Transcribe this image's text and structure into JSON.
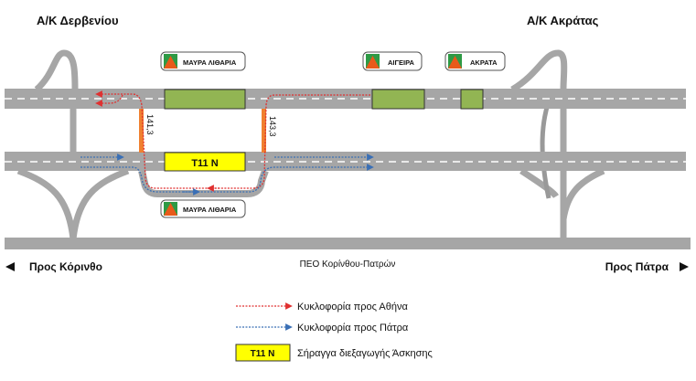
{
  "title_left": "Α/Κ Δερβενίου",
  "title_right": "Α/Κ Ακράτας",
  "signs": {
    "mavra_top": "ΜΑΥΡΑ ΛΙΘΑΡΙΑ",
    "aigeira": "ΑΙΓΕΙΡΑ",
    "akrata": "ΑΚΡΑΤΑ",
    "mavra_bottom": "ΜΑΥΡΑ ΛΙΘΑΡΙΑ"
  },
  "tunnel_label": "T11 N",
  "chainage": {
    "left": "141,3",
    "right": "143,3"
  },
  "directions": {
    "left": "Προς Κόρινθο",
    "center": "ΠΕΟ Κορίνθου-Πατρών",
    "right": "Προς Πάτρα"
  },
  "legend": [
    {
      "label": "Κυκλοφορία προς Αθήνα",
      "color": "#e03030"
    },
    {
      "label": "Κυκλοφορία προς Πάτρα",
      "color": "#3a6fb5"
    },
    {
      "label": "Σήραγγα διεξαγωγής Άσκησης",
      "symbol": "T11 N",
      "color": "#ffff00"
    }
  ],
  "colors": {
    "road": "#a6a6a6",
    "tunnel_green": "#92b553",
    "crossover": "#f08030"
  }
}
